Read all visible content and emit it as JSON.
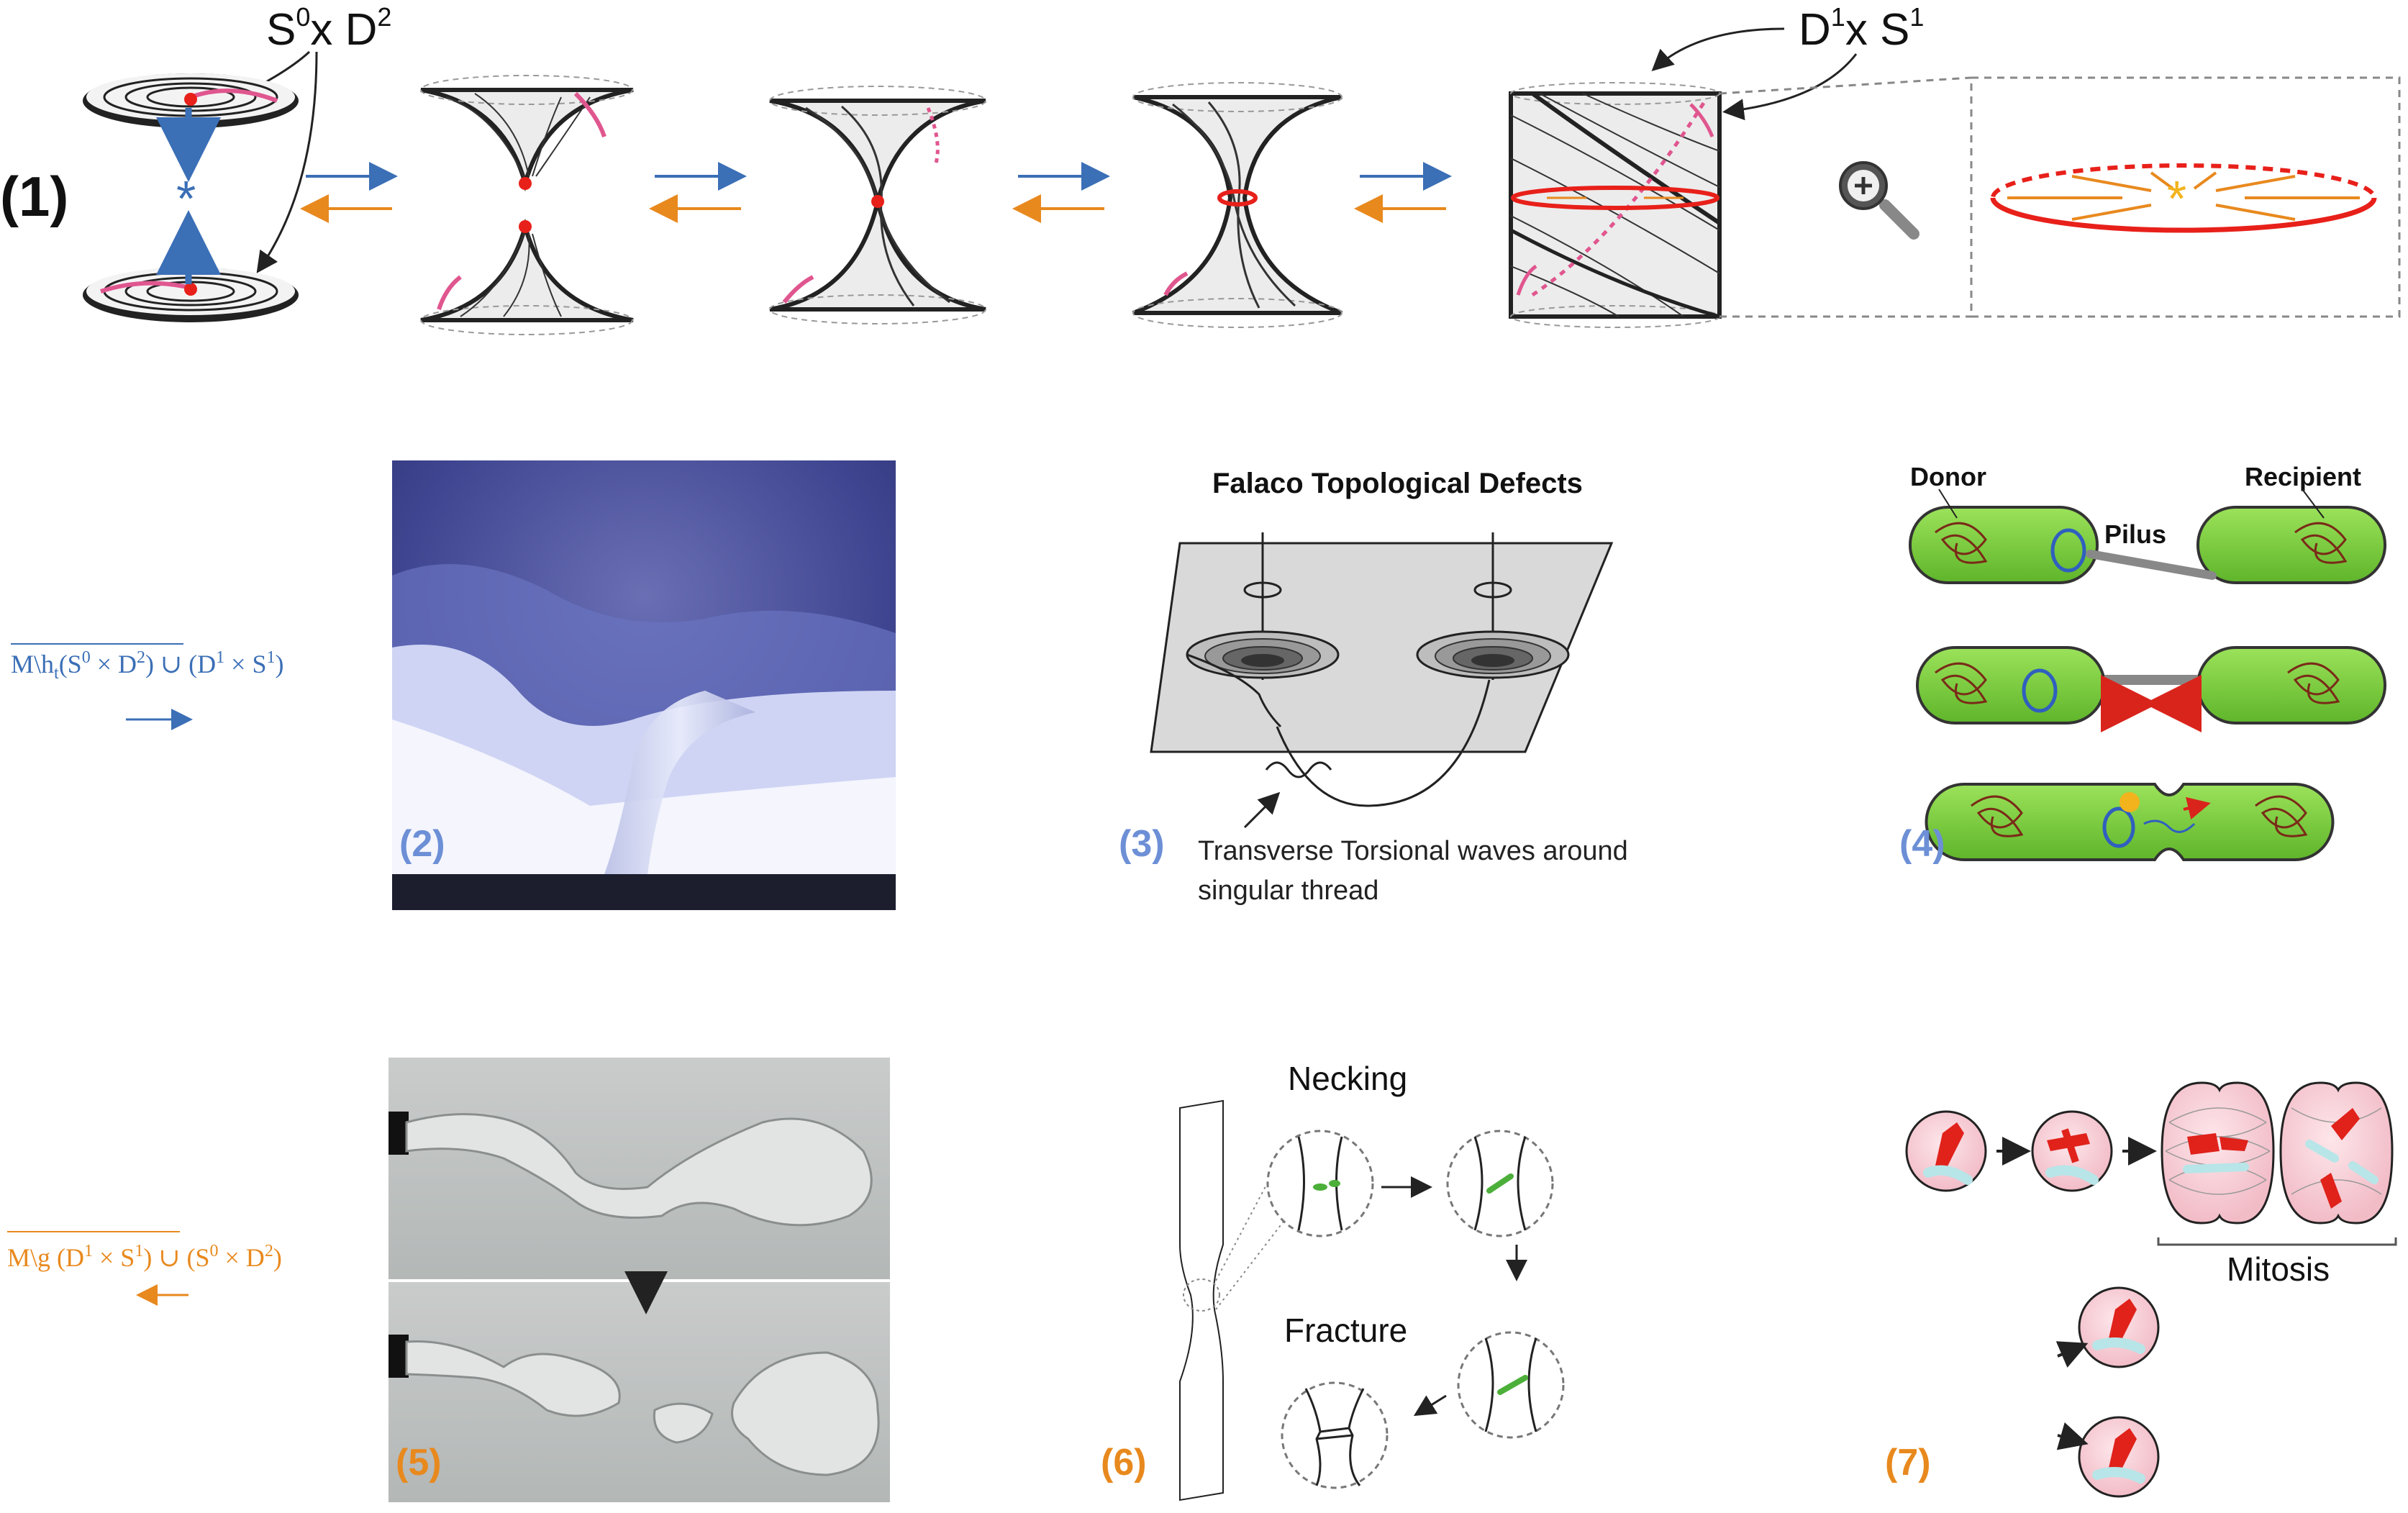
{
  "colors": {
    "blue": "#3b6fb6",
    "orange": "#e8891e",
    "red": "#e8201a",
    "pink": "#e0568f",
    "dark": "#222222",
    "bacteria_green": "#7fd13b",
    "cell_pink": "#f6cfd6"
  },
  "panel1": {
    "label": "(1)",
    "s0d2": {
      "base1": "S",
      "sup1": "0",
      "mid": "x D",
      "sup2": "2"
    },
    "d1s1": {
      "base1": "D",
      "sup1": "1",
      "mid": "x S",
      "sup2": "1"
    },
    "center_star": "*",
    "zoom_icon": "magnifier-plus-icon",
    "zoom_star": "*"
  },
  "panel2": {
    "label": "(2)"
  },
  "panel3": {
    "label": "(3)",
    "title": "Falaco Topological Defects",
    "caption_line1": "Transverse Torsional waves around",
    "caption_line2": "singular thread"
  },
  "panel4": {
    "label": "(4)",
    "donor": "Donor",
    "recipient": "Recipient",
    "pilus": "Pilus"
  },
  "panel5": {
    "label": "(5)"
  },
  "panel6": {
    "label": "(6)",
    "necking": "Necking",
    "fracture": "Fracture"
  },
  "panel7": {
    "label": "(7)",
    "mitosis": "Mitosis"
  },
  "formula_top": {
    "a": "M\\h",
    "sub": "t",
    "b": "(S",
    "sup1": "0",
    "c": " × D",
    "sup2": "2",
    "d": ") ∪ (D",
    "sup3": "1",
    "e": " × S",
    "sup4": "1",
    "f": ")"
  },
  "formula_bottom": {
    "a": "M\\g (D",
    "sup1": "1",
    "b": " × S",
    "sup2": "1",
    "c": ") ∪ (S",
    "sup3": "0",
    "d": " × D",
    "sup4": "2",
    "e": ")"
  }
}
